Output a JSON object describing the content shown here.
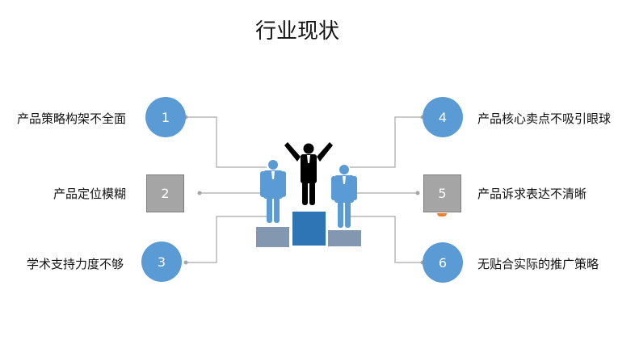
{
  "title": "行业现状",
  "items": [
    {
      "number": "1",
      "label": "产品策略构架不全面",
      "shape": "circle"
    },
    {
      "number": "2",
      "label": "产品定位模糊",
      "shape": "square"
    },
    {
      "number": "3",
      "label": "学术支持力度不够",
      "shape": "circle"
    },
    {
      "number": "4",
      "label": "产品核心卖点不吸引眼球",
      "shape": "circle"
    },
    {
      "number": "5",
      "label": "产品诉求表达不清晰",
      "shape": "square"
    },
    {
      "number": "6",
      "label": "无贴合实际的推广策略",
      "shape": "circle"
    }
  ],
  "colors": {
    "circle": "#5b9bd5",
    "square": "#a5a5a5",
    "line": "#a6a6a6",
    "winner": "#000000",
    "runner": "#5b9bd5",
    "podium_center": "#2e75b6",
    "podium_side": "#8497b0"
  }
}
